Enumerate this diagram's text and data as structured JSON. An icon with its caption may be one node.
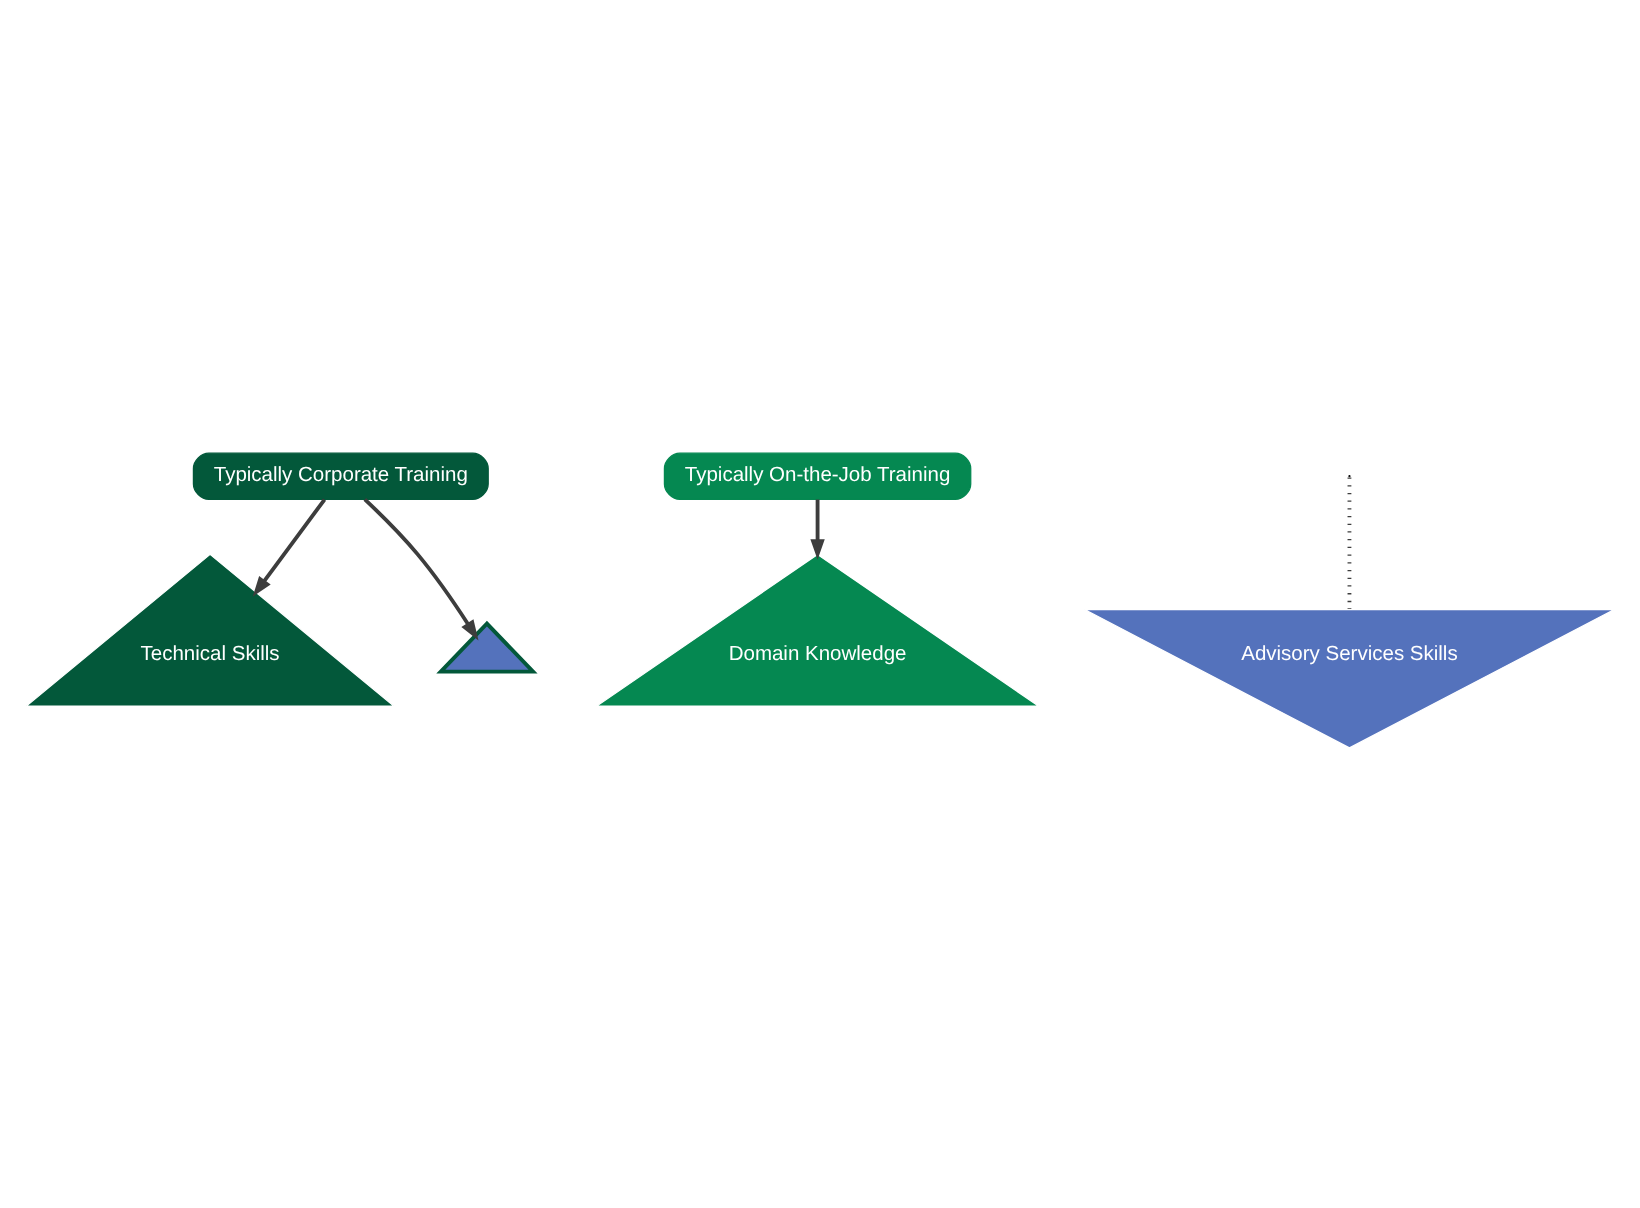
{
  "diagram": {
    "nodes": [
      {
        "text": [
          "Typically Corporate Training"
        ]
      },
      {
        "text": [
          "Typically On-the-Job Training"
        ]
      },
      {
        "text": [
          "Technical Skills"
        ]
      },
      {
        "text": [
          "Domain Knowledge"
        ]
      },
      {
        "text": [
          "Advisory Services Skills"
        ]
      },
      {
        "text": [],
        "shape": "triangle"
      }
    ],
    "edges": [
      {
        "from": 0,
        "to": 2,
        "arrow": "to"
      },
      {
        "from": 1,
        "to": 3,
        "arrow": "to"
      },
      {
        "from": 0,
        "to": 5,
        "arrow": "to"
      },
      {
        "from": null,
        "to": 4,
        "arrow": "none",
        "style": "dashed"
      }
    ]
  }
}
